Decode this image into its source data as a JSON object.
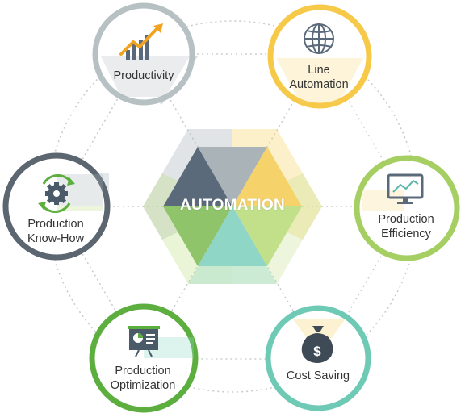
{
  "center": {
    "label": "AUTOMATION"
  },
  "nodes": [
    {
      "id": "productivity",
      "lines": [
        "Productivity"
      ],
      "ring_color": "#b7c1c4",
      "icon": "growth-chart-icon"
    },
    {
      "id": "line-automation",
      "lines": [
        "Line",
        "Automation"
      ],
      "ring_color": "#f7c948",
      "icon": "globe-icon"
    },
    {
      "id": "production-efficiency",
      "lines": [
        "Production",
        "Efficiency"
      ],
      "ring_color": "#a6cf63",
      "icon": "monitor-chart-icon"
    },
    {
      "id": "cost-saving",
      "lines": [
        "Cost Saving"
      ],
      "ring_color": "#6fcab5",
      "icon": "money-bag-icon"
    },
    {
      "id": "production-optimization",
      "lines": [
        "Production",
        "Optimization"
      ],
      "ring_color": "#5cae3f",
      "icon": "presentation-board-icon"
    },
    {
      "id": "production-know-how",
      "lines": [
        "Production",
        "Know-How"
      ],
      "ring_color": "#5b6670",
      "icon": "gear-cycle-icon"
    }
  ],
  "colors": {
    "dark_slate": "#5b6a7a",
    "gray": "#a9b3b8",
    "yellow": "#f6d36a",
    "light_green": "#c2e08a",
    "green": "#8fc46a",
    "teal": "#8fd6c6",
    "dotted": "#c5c9cc"
  }
}
